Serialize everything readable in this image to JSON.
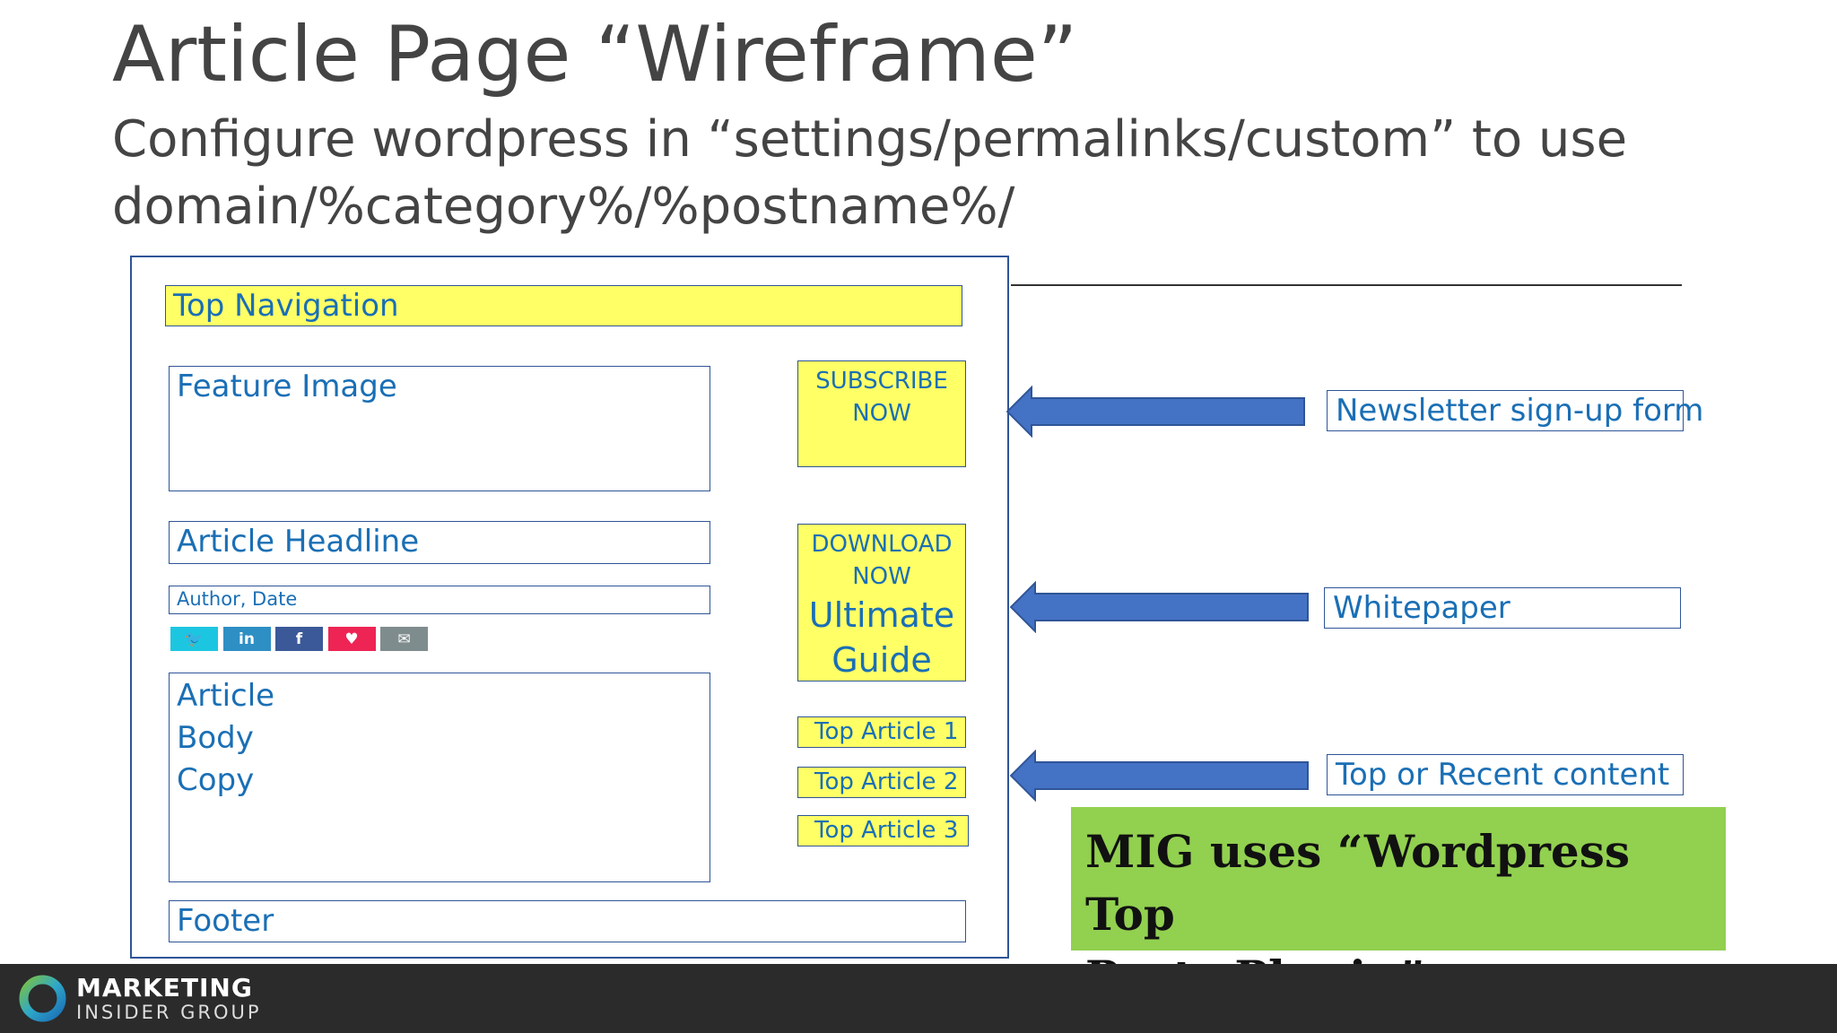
{
  "slide": {
    "title": "Article Page “Wireframe”",
    "subtitle_line1": "Configure wordpress in “settings/permalinks/custom” to use",
    "subtitle_line2": "domain/%category%/%postname%/"
  },
  "wireframe": {
    "top_nav": "Top Navigation",
    "feature_image": "Feature Image",
    "headline": "Article Headline",
    "author_date": "Author, Date",
    "body": [
      "Article",
      "Body",
      "Copy"
    ],
    "footer": "Footer",
    "subscribe": [
      "SUBSCRIBE",
      "NOW"
    ],
    "download": [
      "DOWNLOAD",
      "NOW"
    ],
    "download_title": [
      "Ultimate",
      "Guide"
    ],
    "top_articles": [
      "Top Article 1",
      "Top Article 2",
      "Top Article 3"
    ],
    "share_icons": [
      {
        "name": "twitter-icon",
        "glyph": "🐦",
        "color": "#1dc6e0"
      },
      {
        "name": "linkedin-icon",
        "glyph": "in",
        "color": "#2e8fc4"
      },
      {
        "name": "facebook-icon",
        "glyph": "f",
        "color": "#3b5998"
      },
      {
        "name": "pocket-icon",
        "glyph": "♥",
        "color": "#ee2454"
      },
      {
        "name": "email-icon",
        "glyph": "✉",
        "color": "#7f8c8d"
      }
    ]
  },
  "callouts": {
    "newsletter": "Newsletter sign-up form",
    "whitepaper": "Whitepaper",
    "top_content": "Top or Recent content"
  },
  "note": {
    "line1": "MIG uses “Wordpress Top",
    "line2": "Posts Plugin”"
  },
  "brand": {
    "line1": "MARKETING",
    "line2": "INSIDER GROUP"
  },
  "colors": {
    "accent_blue": "#1a6fb5",
    "border_blue": "#2f5597",
    "arrow_blue": "#4472c4",
    "highlight_yellow": "#ffff66",
    "note_green": "#92d050"
  }
}
